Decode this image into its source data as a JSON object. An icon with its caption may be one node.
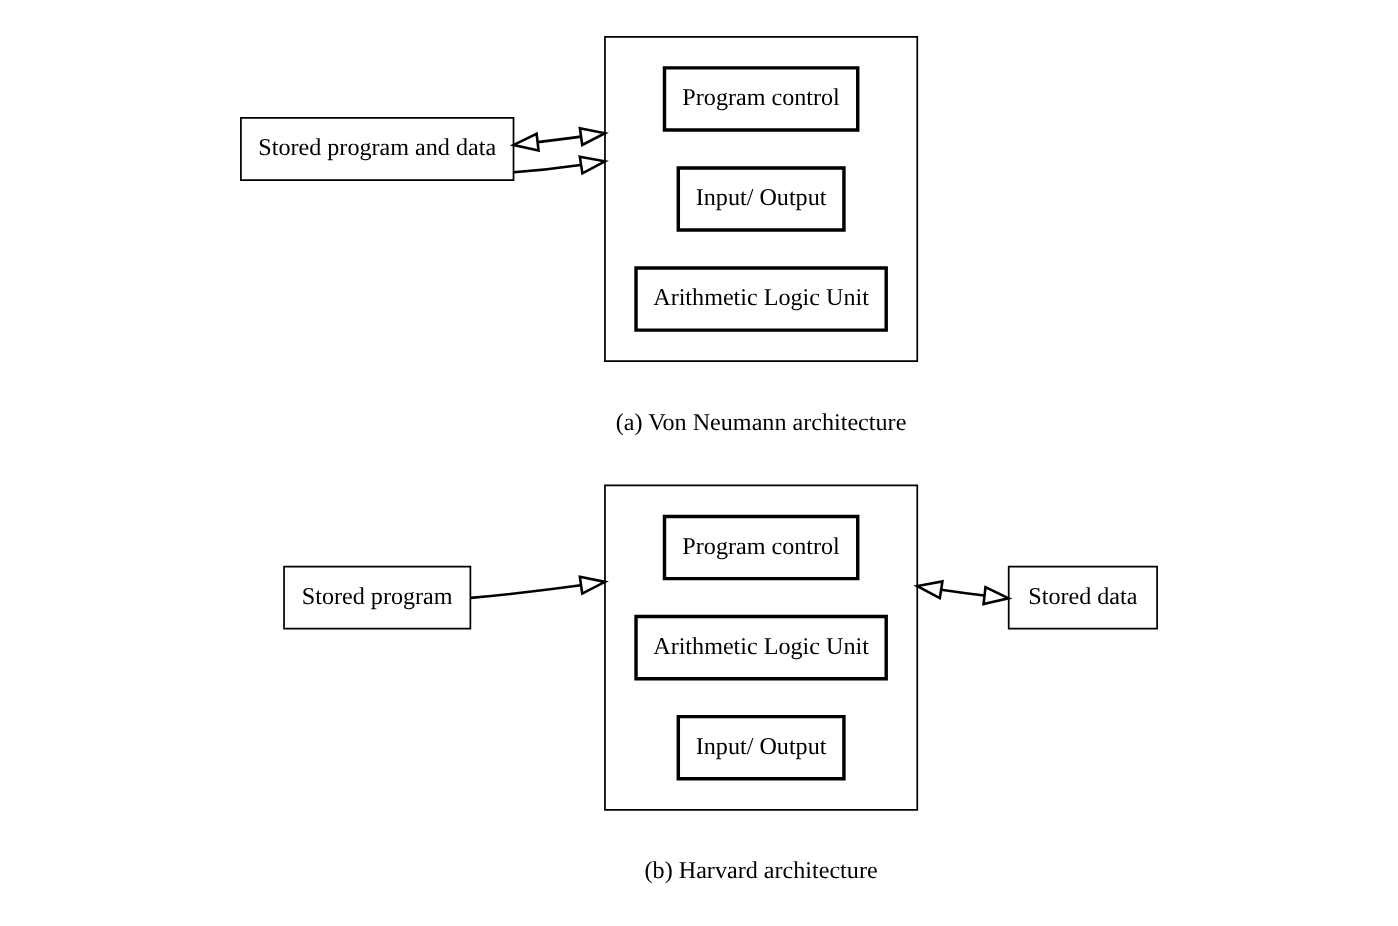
{
  "diagram": {
    "nodes": [
      {
        "text": [
          "Stored program and data"
        ]
      },
      {
        "text": [],
        "shape": "box"
      },
      {
        "text": [
          "Program control"
        ],
        "in": 1
      },
      {
        "text": [
          "Input/ Output"
        ],
        "in": 1
      },
      {
        "text": [
          "Arithmetic Logic Unit"
        ],
        "in": 1
      },
      {
        "text": [
          "Stored program"
        ]
      },
      {
        "text": [],
        "shape": "box"
      },
      {
        "text": [
          "Program control"
        ],
        "in": 6
      },
      {
        "text": [
          "Arithmetic Logic Unit"
        ],
        "in": 6
      },
      {
        "text": [
          "Input/ Output"
        ],
        "in": 6
      },
      {
        "text": [
          "Stored data"
        ]
      }
    ],
    "edges": [
      {
        "from": 0,
        "to": 1,
        "arrow": "to"
      },
      {
        "from": 0,
        "to": 1,
        "arrow": "both"
      },
      {
        "from": 5,
        "to": 6,
        "arrow": "to"
      },
      {
        "from": 6,
        "to": 10,
        "arrow": "both"
      }
    ],
    "labels": [
      "(a) Von Neumann architecture",
      "(b) Harvard architecture"
    ]
  }
}
